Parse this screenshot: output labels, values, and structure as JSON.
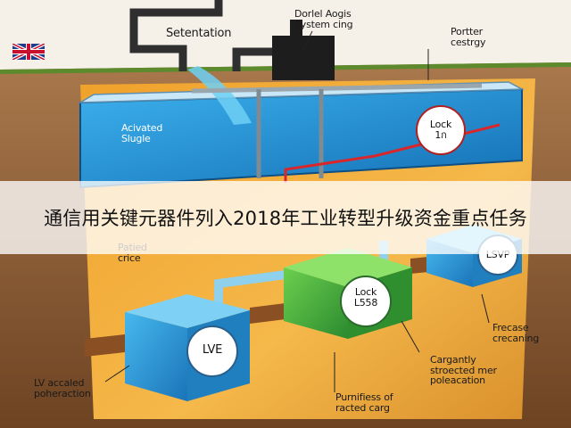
{
  "labels": {
    "sedimentation": "Setentation",
    "control_system": "Dorlel Aogis\nSystem cing",
    "partner_strategy": "Portter\ncestrgy",
    "activated_sludge": "Acivated\nSlugle",
    "lock_top": "Lock\n1ก",
    "patied_crice": "Patied\ncrice",
    "lvp": "LSVP",
    "lock_mid": "Lock\nL558",
    "lve": "LVE",
    "freease": "Frecase\ncrecaning",
    "cargantly": "Cargantly\nstroected mer\npoleacation",
    "lv_accaled": "LV accaled\npoheraction",
    "purifiess": "Purnifiess of\nracted carg"
  },
  "banner": {
    "text": "通信用关键元器件列入2018年工业转型升级资金重点任务"
  },
  "colors": {
    "soil": "#8a5a33",
    "water": "#1d8fd0",
    "tank_green": "#3aa53a",
    "banner_bg": "#ffffff"
  }
}
